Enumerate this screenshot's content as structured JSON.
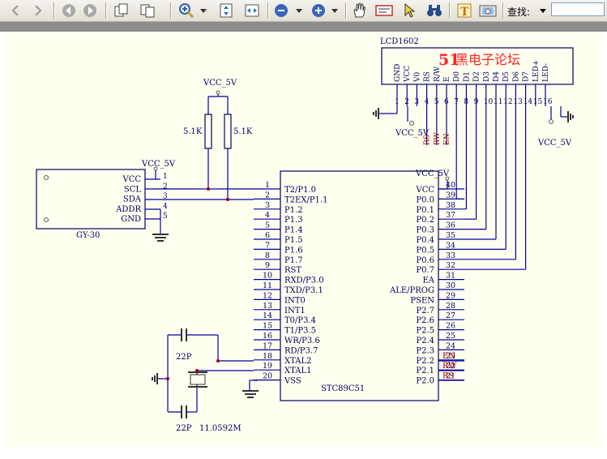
{
  "toolbar": {
    "search_label": "查找:",
    "search_value": "",
    "icons": [
      "back-arrow",
      "nav-back",
      "nav-forward",
      "copy-page",
      "paste-page",
      "zoom-in",
      "dropdown",
      "fit-page",
      "fit-width",
      "zoom-out",
      "dropdown",
      "zoom-in-plus",
      "dropdown",
      "hand-tool",
      "select-text",
      "arrow-select",
      "find-binoculars",
      "text-tool",
      "snapshot"
    ]
  },
  "schematic": {
    "lcd": {
      "name": "LCD1602",
      "brand_number": "51",
      "brand_text": "黑电子论坛",
      "pin_names": [
        "GND",
        "VCC",
        "V0",
        "RS",
        "R/W",
        "E",
        "D0",
        "D1",
        "D2",
        "D3",
        "D4",
        "D5",
        "D6",
        "D7",
        "LED+",
        "LED-"
      ],
      "pin_numbers": [
        "1",
        "2",
        "3",
        "4",
        "5",
        "6",
        "7",
        "8",
        "9",
        "10",
        "11",
        "12",
        "13",
        "14",
        "15",
        "16"
      ],
      "vcc_label": "VCC_5V",
      "vcc_label_right": "VCC_5V",
      "ctrl_labels": [
        "RS",
        "RW",
        "EN"
      ]
    },
    "pullups": {
      "vcc_label": "VCC_5V",
      "r1": "5.1K",
      "r2": "5.1K"
    },
    "sensor": {
      "name": "GY-30",
      "vcc_label": "VCC_5V",
      "pins": [
        "VCC",
        "SCL",
        "SDA",
        "ADDR",
        "GND"
      ],
      "pin_numbers": [
        "1",
        "2",
        "3",
        "4",
        "5"
      ]
    },
    "mcu": {
      "name": "STC89C51",
      "vcc_label": "VCC_5V",
      "left_pins": [
        "T2/P1.0",
        "T2EX/P1.1",
        "P1.2",
        "P1.3",
        "P1.4",
        "P1.5",
        "P1.6",
        "P1.7",
        "RST",
        "RXD/P3.0",
        "TXD/P3.1",
        "INT0",
        "INT1",
        "T0/P3.4",
        "T1/P3.5",
        "WR/P3.6",
        "RD/P3.7",
        "XTAL2",
        "XTAL1",
        "VSS"
      ],
      "left_numbers": [
        "1",
        "2",
        "3",
        "4",
        "5",
        "6",
        "7",
        "8",
        "9",
        "10",
        "11",
        "12",
        "13",
        "14",
        "15",
        "16",
        "17",
        "18",
        "19",
        "20"
      ],
      "right_pins": [
        "VCC",
        "P0.0",
        "P0.1",
        "P0.2",
        "P0.3",
        "P0.4",
        "P0.5",
        "P0.6",
        "P0.7",
        "EA",
        "ALE/PROG",
        "PSEN",
        "P2.7",
        "P2.6",
        "P2.5",
        "P2.4",
        "P2.3",
        "P2.2",
        "P2.1",
        "P2.0"
      ],
      "right_numbers": [
        "40",
        "39",
        "38",
        "37",
        "36",
        "35",
        "34",
        "33",
        "32",
        "31",
        "30",
        "29",
        "28",
        "27",
        "26",
        "25",
        "24",
        "23",
        "22",
        "21"
      ],
      "net_labels": [
        "EN",
        "RW",
        "RS"
      ]
    },
    "crystal": {
      "c1": "22P",
      "c2": "22P",
      "freq": "11.0592M"
    }
  }
}
